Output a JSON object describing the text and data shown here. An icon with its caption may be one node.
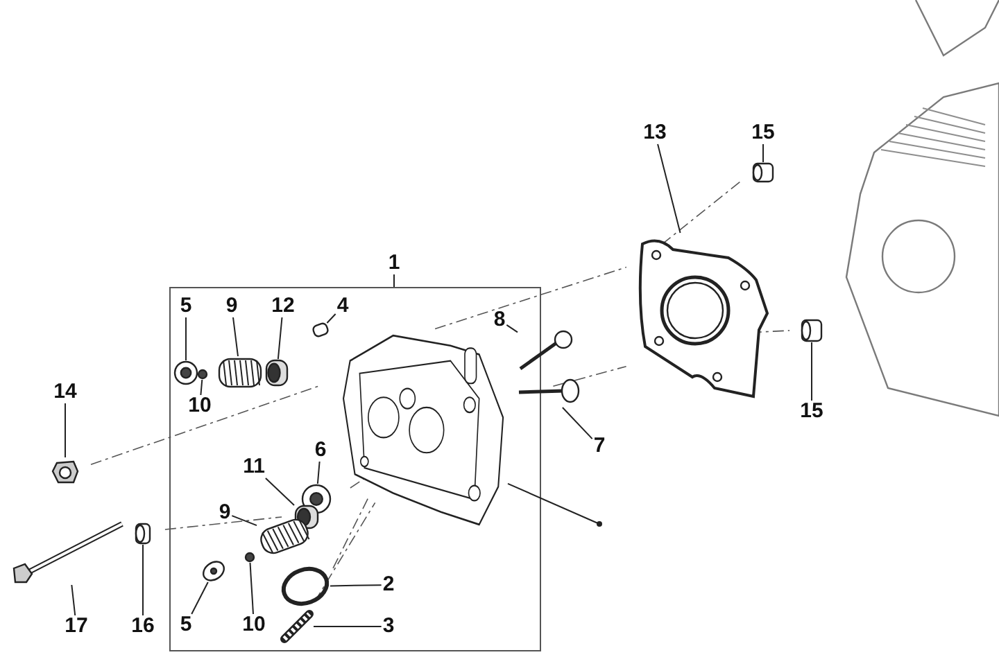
{
  "diagram": {
    "nodes": [
      {
        "text": [],
        "shape": "box"
      },
      {
        "text": [],
        "shape": "picture",
        "in": 0
      },
      {
        "text": [],
        "shape": "picture"
      },
      {
        "text": [
          "1"
        ]
      },
      {
        "text": [
          "5"
        ],
        "in": 0
      },
      {
        "text": [],
        "shape": "picture",
        "in": 0
      },
      {
        "text": [
          "9"
        ],
        "in": 0
      },
      {
        "text": [],
        "shape": "picture",
        "in": 0
      },
      {
        "text": [
          "12"
        ],
        "in": 0
      },
      {
        "text": [],
        "shape": "picture",
        "in": 0
      },
      {
        "text": [
          "4"
        ],
        "in": 0
      },
      {
        "text": [],
        "shape": "cylinder",
        "in": 0
      },
      {
        "text": [
          "10"
        ],
        "in": 0
      },
      {
        "text": [],
        "shape": "circle",
        "in": 0
      },
      {
        "text": [
          "8"
        ],
        "in": 0
      },
      {
        "text": [],
        "shape": "picture"
      },
      {
        "text": [
          "7"
        ]
      },
      {
        "text": [],
        "shape": "picture"
      },
      {
        "text": [
          "14"
        ]
      },
      {
        "text": [],
        "shape": "picture"
      },
      {
        "text": [
          "6"
        ],
        "in": 0
      },
      {
        "text": [],
        "shape": "picture",
        "in": 0
      },
      {
        "text": [
          "11"
        ],
        "in": 0
      },
      {
        "text": [],
        "shape": "picture",
        "in": 0
      },
      {
        "text": [
          "9"
        ],
        "in": 0
      },
      {
        "text": [],
        "shape": "picture",
        "in": 0
      },
      {
        "text": [
          "2"
        ],
        "in": 0
      },
      {
        "text": [],
        "shape": "circle",
        "in": 0
      },
      {
        "text": [
          "10"
        ],
        "in": 0
      },
      {
        "text": [],
        "shape": "circle",
        "in": 0
      },
      {
        "text": [
          "5"
        ],
        "in": 0
      },
      {
        "text": [],
        "shape": "picture",
        "in": 0
      },
      {
        "text": [
          "3"
        ],
        "in": 0
      },
      {
        "text": [],
        "shape": "picture",
        "in": 0
      },
      {
        "text": [
          "17"
        ]
      },
      {
        "text": [],
        "shape": "picture"
      },
      {
        "text": [
          "16"
        ]
      },
      {
        "text": [],
        "shape": "picture"
      },
      {
        "text": [
          "13"
        ]
      },
      {
        "text": [],
        "shape": "picture"
      },
      {
        "text": [
          "15"
        ]
      },
      {
        "text": [],
        "shape": "picture"
      },
      {
        "text": [
          "15"
        ]
      },
      {
        "text": [],
        "shape": "picture"
      }
    ],
    "edges": [
      {
        "from": 3,
        "to": 0,
        "arrow": "none"
      },
      {
        "from": 4,
        "to": 5,
        "arrow": "none"
      },
      {
        "from": 6,
        "to": 7,
        "arrow": "none"
      },
      {
        "from": 8,
        "to": 9,
        "arrow": "none"
      },
      {
        "from": 10,
        "to": 11,
        "arrow": "none"
      },
      {
        "from": 12,
        "to": 13,
        "arrow": "none"
      },
      {
        "from": 14,
        "to": 15,
        "arrow": "none"
      },
      {
        "from": 16,
        "to": 17,
        "arrow": "none"
      },
      {
        "from": 18,
        "to": 19,
        "arrow": "none"
      },
      {
        "from": 20,
        "to": 21,
        "arrow": "none"
      },
      {
        "from": 22,
        "to": 23,
        "arrow": "none"
      },
      {
        "from": 24,
        "to": 25,
        "arrow": "none"
      },
      {
        "from": 26,
        "to": 27,
        "arrow": "none"
      },
      {
        "from": 28,
        "to": 29,
        "arrow": "none"
      },
      {
        "from": 30,
        "to": 31,
        "arrow": "none"
      },
      {
        "from": 32,
        "to": 33,
        "arrow": "none"
      },
      {
        "from": 34,
        "to": 35,
        "arrow": "none"
      },
      {
        "from": 36,
        "to": 37,
        "arrow": "none"
      },
      {
        "from": 38,
        "to": 39,
        "arrow": "none"
      },
      {
        "from": 40,
        "to": 41,
        "arrow": "none"
      },
      {
        "from": 42,
        "to": 43,
        "arrow": "none"
      },
      {
        "from": 1,
        "to": null,
        "arrow": "other"
      }
    ]
  }
}
